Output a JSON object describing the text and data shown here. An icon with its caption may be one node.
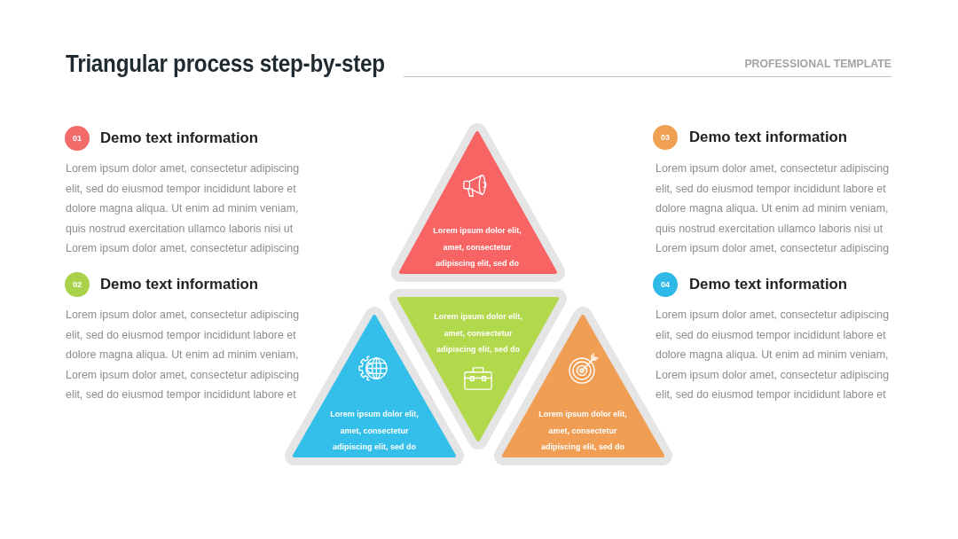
{
  "diagram": {
    "title": "Triangular process step-by-step",
    "nodes": [
      {
        "text": [
          "01"
        ],
        "beside": [
          "Demo text information"
        ]
      },
      {
        "text": [
          "02"
        ],
        "beside": [
          "Demo text information"
        ]
      },
      {
        "text": [
          "03"
        ],
        "beside": [
          "Demo text information"
        ]
      },
      {
        "text": [
          "04"
        ],
        "beside": [
          "Demo text information"
        ]
      },
      {
        "text": [
          "Lorem ipsum dolor elit, amet, consectetur adipiscing elit, sed do"
        ]
      },
      {
        "text": [
          "Lorem ipsum dolor elit, amet, consectetur adipiscing elit, sed do"
        ]
      },
      {
        "text": [
          "Lorem ipsum dolor elit, amet, consectetur adipiscing elit, sed do"
        ]
      },
      {
        "text": [
          "Lorem ipsum dolor elit, amet, consectetur adipiscing elit, sed do"
        ]
      }
    ],
    "labels": [
      "PROFESSIONAL TEMPLATE",
      "Lorem ipsum dolor amet, consectetur adipiscing elit, sed do eiusmod tempor incididunt labore et dolore magna aliqua. Ut enim ad minim veniam, quis nostrud exercitation ullamco laboris nisi ut Lorem ipsum dolor amet, consectetur adipiscing",
      "Lorem ipsum dolor amet, consectetur adipiscing elit, sed do eiusmod tempor incididunt labore et dolore magna aliqua. Ut enim ad minim veniam, Lorem ipsum dolor amet, consectetur adipiscing elit, sed do eiusmod tempor incididunt labore et",
      "Lorem ipsum dolor amet, consectetur adipiscing elit, sed do eiusmod tempor incididunt labore et dolore magna aliqua. Ut enim ad minim veniam, quis nostrud exercitation ullamco laboris nisi ut Lorem ipsum dolor amet, consectetur adipiscing",
      "Lorem ipsum dolor amet, consectetur adipiscing elit, sed do eiusmod tempor incididunt labore et dolore magna aliqua. Ut enim ad minim veniam, Lorem ipsum dolor amet, consectetur adipiscing elit, sed do eiusmod tempor incididunt labore et"
    ]
  }
}
